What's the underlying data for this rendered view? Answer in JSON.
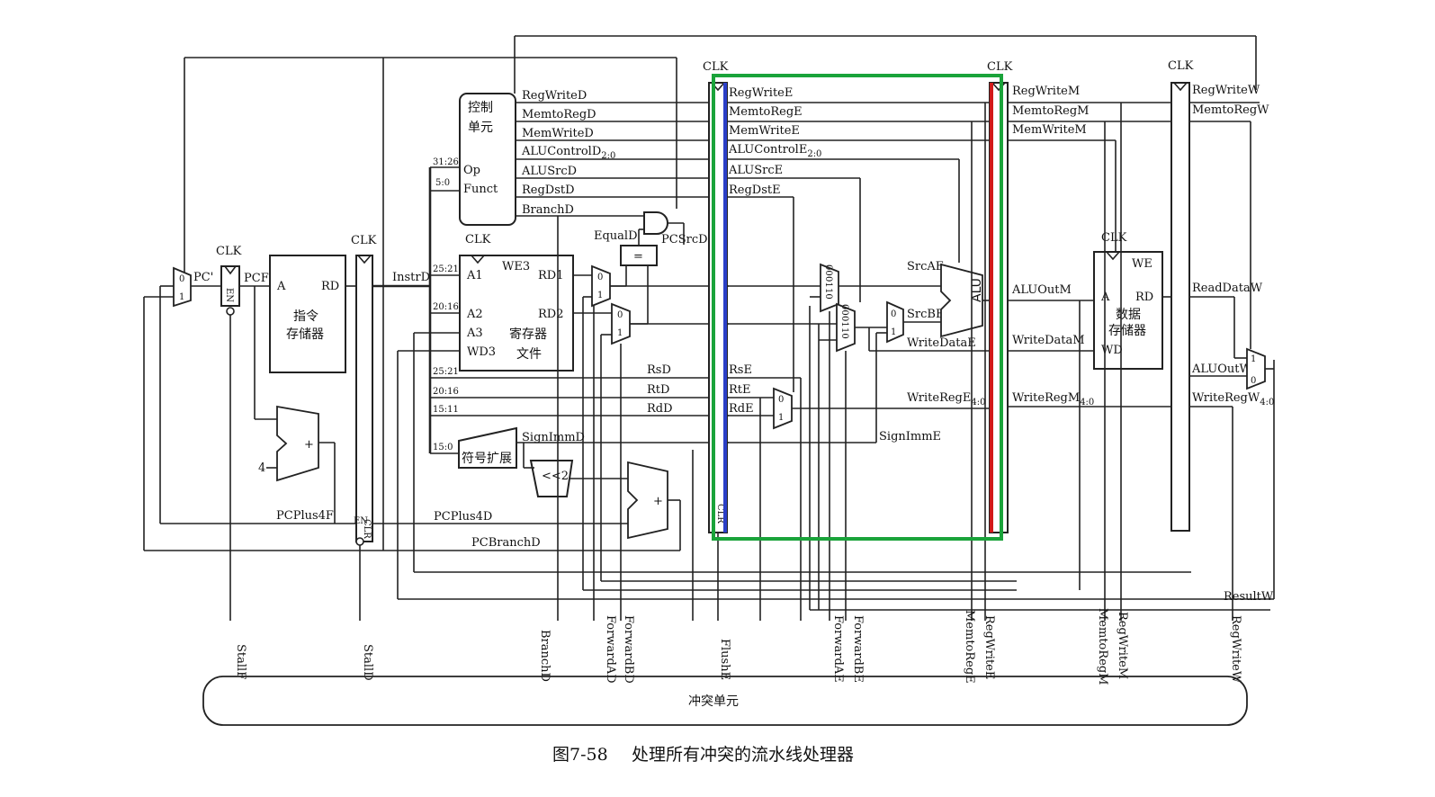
{
  "caption": {
    "figure_no": "图7-58",
    "title": "处理所有冲突的流水线处理器"
  },
  "hazard_unit": {
    "label": "冲突单元"
  },
  "clk": "CLK",
  "pc": {
    "label_in": "PC'",
    "label_out": "PCF",
    "en": "EN",
    "mux0": "0",
    "mux1": "1",
    "const4": "4",
    "plus": "+"
  },
  "imem": {
    "line1": "指令",
    "line2": "存储器",
    "port_a": "A",
    "port_rd": "RD"
  },
  "fd_reg": {
    "clr": "CLR",
    "en": "EN"
  },
  "control_unit": {
    "line1": "控制",
    "line2": "单元",
    "op": "Op",
    "funct": "Funct",
    "bits_op": "31:26",
    "bits_funct": "5:0"
  },
  "control_signals_d": [
    "RegWriteD",
    "MemtoRegD",
    "MemWriteD",
    "ALUControlD",
    "ALUSrcD",
    "RegDstD",
    "BranchD"
  ],
  "control_signals_e": [
    "RegWriteE",
    "MemtoRegE",
    "MemWriteE",
    "ALUControlE",
    "ALUSrcE",
    "RegDstE"
  ],
  "control_signals_m": [
    "RegWriteM",
    "MemtoRegM",
    "MemWriteM"
  ],
  "control_signals_w": [
    "RegWriteW",
    "MemtoRegW"
  ],
  "subscript_2_0": "2:0",
  "subscript_4_0": "4:0",
  "regfile": {
    "line1": "寄存器",
    "line2": "文件",
    "a1": "A1",
    "a2": "A2",
    "a3": "A3",
    "wd3": "WD3",
    "we3": "WE3",
    "rd1": "RD1",
    "rd2": "RD2"
  },
  "instr_bits": {
    "b25_21_top": "25:21",
    "b20_16_top": "20:16",
    "b25_21": "25:21",
    "b20_16": "20:16",
    "b15_11": "15:11",
    "b15_0": "15:0"
  },
  "branch": {
    "equal": "=",
    "equald": "EqualD",
    "pcsrcd": "PCSrcD",
    "shift": "<<2",
    "plus": "+"
  },
  "sign_ext": {
    "label": "符号扩展",
    "out": "SignImmD"
  },
  "wires": {
    "instrd": "InstrD",
    "rsd": "RsD",
    "rtd": "RtD",
    "rdd": "RdD",
    "rse": "RsE",
    "rte": "RtE",
    "rde": "RdE",
    "pcplus4f": "PCPlus4F",
    "pcplus4d": "PCPlus4D",
    "pcbranchd": "PCBranchD",
    "srcae": "SrcAE",
    "srcbe": "SrcBE",
    "writedatae": "WriteDataE",
    "writerege": "WriteRegE",
    "signimme": "SignImmE",
    "aluoutm": "ALUOutM",
    "writedatam": "WriteDataM",
    "writeregm": "WriteRegM",
    "readdataw": "ReadDataW",
    "aluoutw": "ALUOutW",
    "writeregw": "WriteRegW",
    "resultw": "ResultW"
  },
  "alu": {
    "label": "ALU"
  },
  "fwd_mux": {
    "a": [
      "00",
      "01",
      "10"
    ],
    "b": [
      "00",
      "01",
      "10"
    ]
  },
  "dmem": {
    "line1": "数据",
    "line2": "存储器",
    "port_a": "A",
    "port_rd": "RD",
    "port_wd": "WD",
    "we": "WE"
  },
  "hazard_signals": [
    "StallF",
    "StallD",
    "BranchD",
    "ForwardAD",
    "ForwardBD",
    "FlushE",
    "ForwardAE",
    "ForwardBE",
    "MemtoRegE",
    "RegWriteE",
    "MemtoRegM",
    "RegWriteM",
    "RegWriteW"
  ],
  "highlight_colors": {
    "green": "#1aa33a",
    "blue": "#2b3fc7",
    "red": "#d11a1a"
  }
}
